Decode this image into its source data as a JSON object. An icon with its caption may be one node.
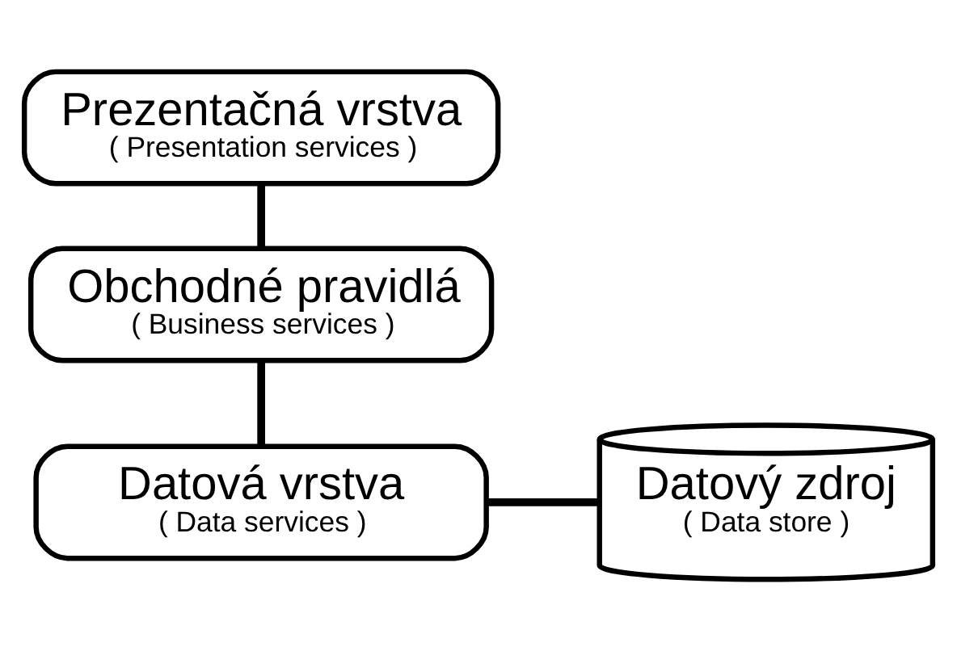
{
  "diagram": {
    "nodes": [
      {
        "text": [
          "Prezentačná vrstva",
          "( Presentation services )"
        ]
      },
      {
        "text": [
          "Obchodné pravidlá",
          "( Business services )"
        ]
      },
      {
        "text": [
          "Datová vrstva",
          "( Data services )"
        ]
      },
      {
        "text": [
          "Datový zdroj",
          "( Data store )"
        ]
      }
    ],
    "edges": [
      {
        "from": 0,
        "to": 1,
        "arrow": "none"
      },
      {
        "from": 1,
        "to": 2,
        "arrow": "none"
      },
      {
        "from": 2,
        "to": 3,
        "arrow": "none"
      }
    ]
  }
}
